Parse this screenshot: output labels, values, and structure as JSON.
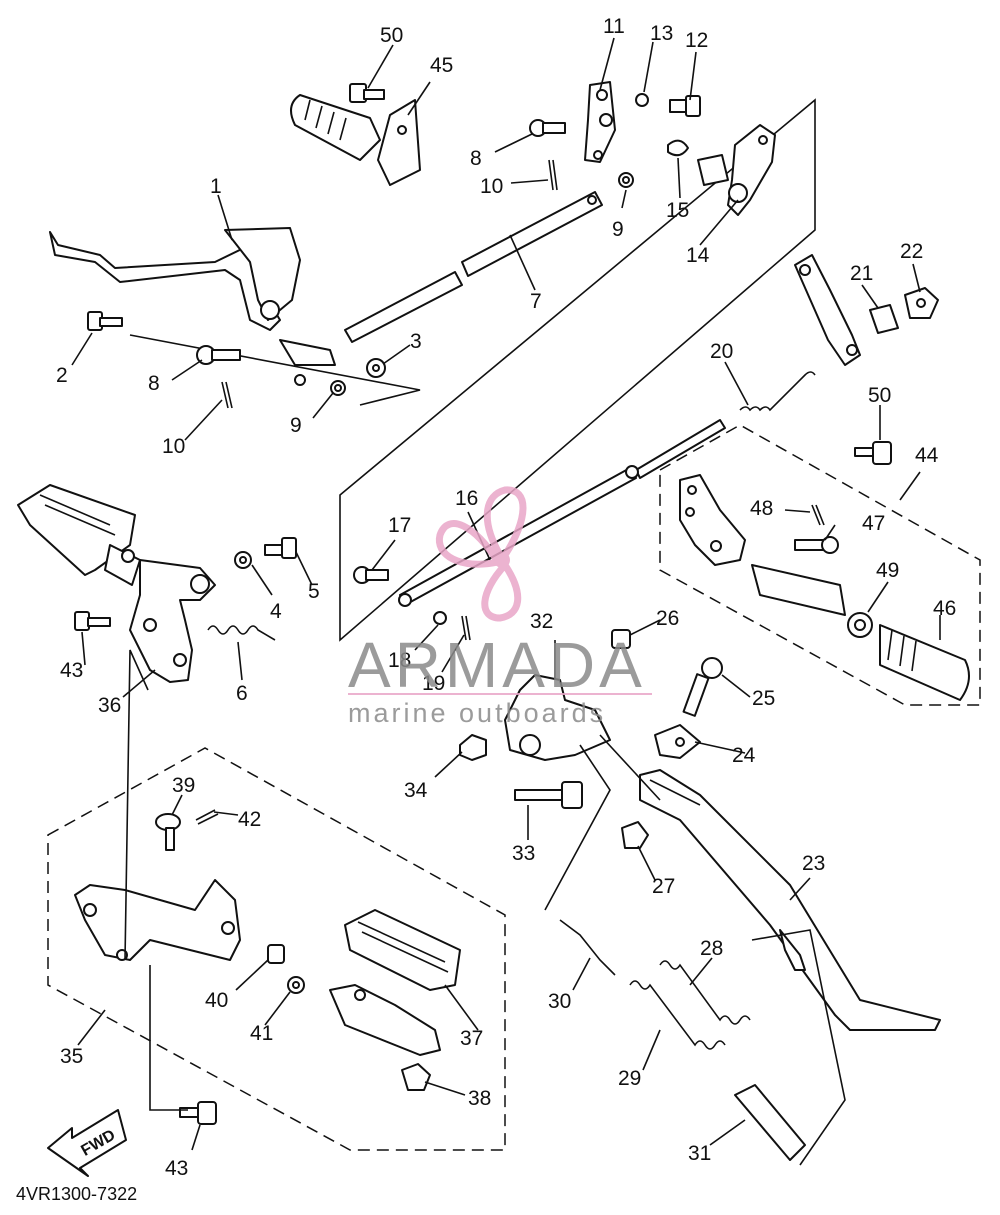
{
  "diagram_code": "4VR1300-7322",
  "watermark": {
    "brand": "ARMADA",
    "tagline": "marine outboards",
    "color": "#e9a6c8"
  },
  "fwd_arrow": "FWD",
  "callouts": [
    {
      "id": "c1",
      "number": "1"
    },
    {
      "id": "c2",
      "number": "2"
    },
    {
      "id": "c3",
      "number": "3"
    },
    {
      "id": "c4",
      "number": "4"
    },
    {
      "id": "c5",
      "number": "5"
    },
    {
      "id": "c6",
      "number": "6"
    },
    {
      "id": "c7",
      "number": "7"
    },
    {
      "id": "c8a",
      "number": "8"
    },
    {
      "id": "c8b",
      "number": "8"
    },
    {
      "id": "c9a",
      "number": "9"
    },
    {
      "id": "c9b",
      "number": "9"
    },
    {
      "id": "c10a",
      "number": "10"
    },
    {
      "id": "c10b",
      "number": "10"
    },
    {
      "id": "c11",
      "number": "11"
    },
    {
      "id": "c12",
      "number": "12"
    },
    {
      "id": "c13",
      "number": "13"
    },
    {
      "id": "c14",
      "number": "14"
    },
    {
      "id": "c15",
      "number": "15"
    },
    {
      "id": "c16",
      "number": "16"
    },
    {
      "id": "c17",
      "number": "17"
    },
    {
      "id": "c18",
      "number": "18"
    },
    {
      "id": "c19",
      "number": "19"
    },
    {
      "id": "c20",
      "number": "20"
    },
    {
      "id": "c21",
      "number": "21"
    },
    {
      "id": "c22",
      "number": "22"
    },
    {
      "id": "c23",
      "number": "23"
    },
    {
      "id": "c24",
      "number": "24"
    },
    {
      "id": "c25",
      "number": "25"
    },
    {
      "id": "c26",
      "number": "26"
    },
    {
      "id": "c27",
      "number": "27"
    },
    {
      "id": "c28",
      "number": "28"
    },
    {
      "id": "c29",
      "number": "29"
    },
    {
      "id": "c30",
      "number": "30"
    },
    {
      "id": "c31",
      "number": "31"
    },
    {
      "id": "c32",
      "number": "32"
    },
    {
      "id": "c33",
      "number": "33"
    },
    {
      "id": "c34",
      "number": "34"
    },
    {
      "id": "c35",
      "number": "35"
    },
    {
      "id": "c36",
      "number": "36"
    },
    {
      "id": "c37",
      "number": "37"
    },
    {
      "id": "c38",
      "number": "38"
    },
    {
      "id": "c39",
      "number": "39"
    },
    {
      "id": "c40",
      "number": "40"
    },
    {
      "id": "c41",
      "number": "41"
    },
    {
      "id": "c42",
      "number": "42"
    },
    {
      "id": "c43a",
      "number": "43"
    },
    {
      "id": "c43b",
      "number": "43"
    },
    {
      "id": "c44",
      "number": "44"
    },
    {
      "id": "c45",
      "number": "45"
    },
    {
      "id": "c46",
      "number": "46"
    },
    {
      "id": "c47",
      "number": "47"
    },
    {
      "id": "c48",
      "number": "48"
    },
    {
      "id": "c49",
      "number": "49"
    },
    {
      "id": "c50a",
      "number": "50"
    },
    {
      "id": "c50b",
      "number": "50"
    }
  ]
}
